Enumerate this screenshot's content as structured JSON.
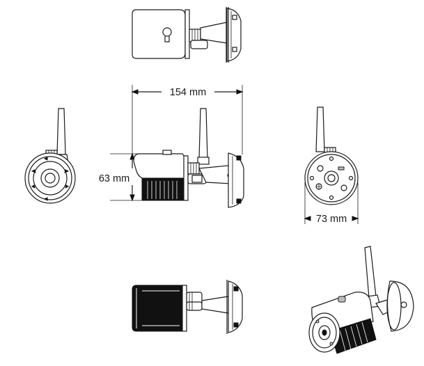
{
  "dimensions": {
    "length": "154 mm",
    "height": "63 mm",
    "width": "73 mm"
  },
  "views": [
    {
      "id": "top",
      "icon": "camera-top-view-icon"
    },
    {
      "id": "front",
      "icon": "camera-front-view-icon"
    },
    {
      "id": "side",
      "icon": "camera-side-view-icon"
    },
    {
      "id": "back",
      "icon": "camera-back-view-icon"
    },
    {
      "id": "bottom",
      "icon": "camera-bottom-view-icon"
    },
    {
      "id": "perspective",
      "icon": "camera-perspective-view-icon"
    }
  ]
}
